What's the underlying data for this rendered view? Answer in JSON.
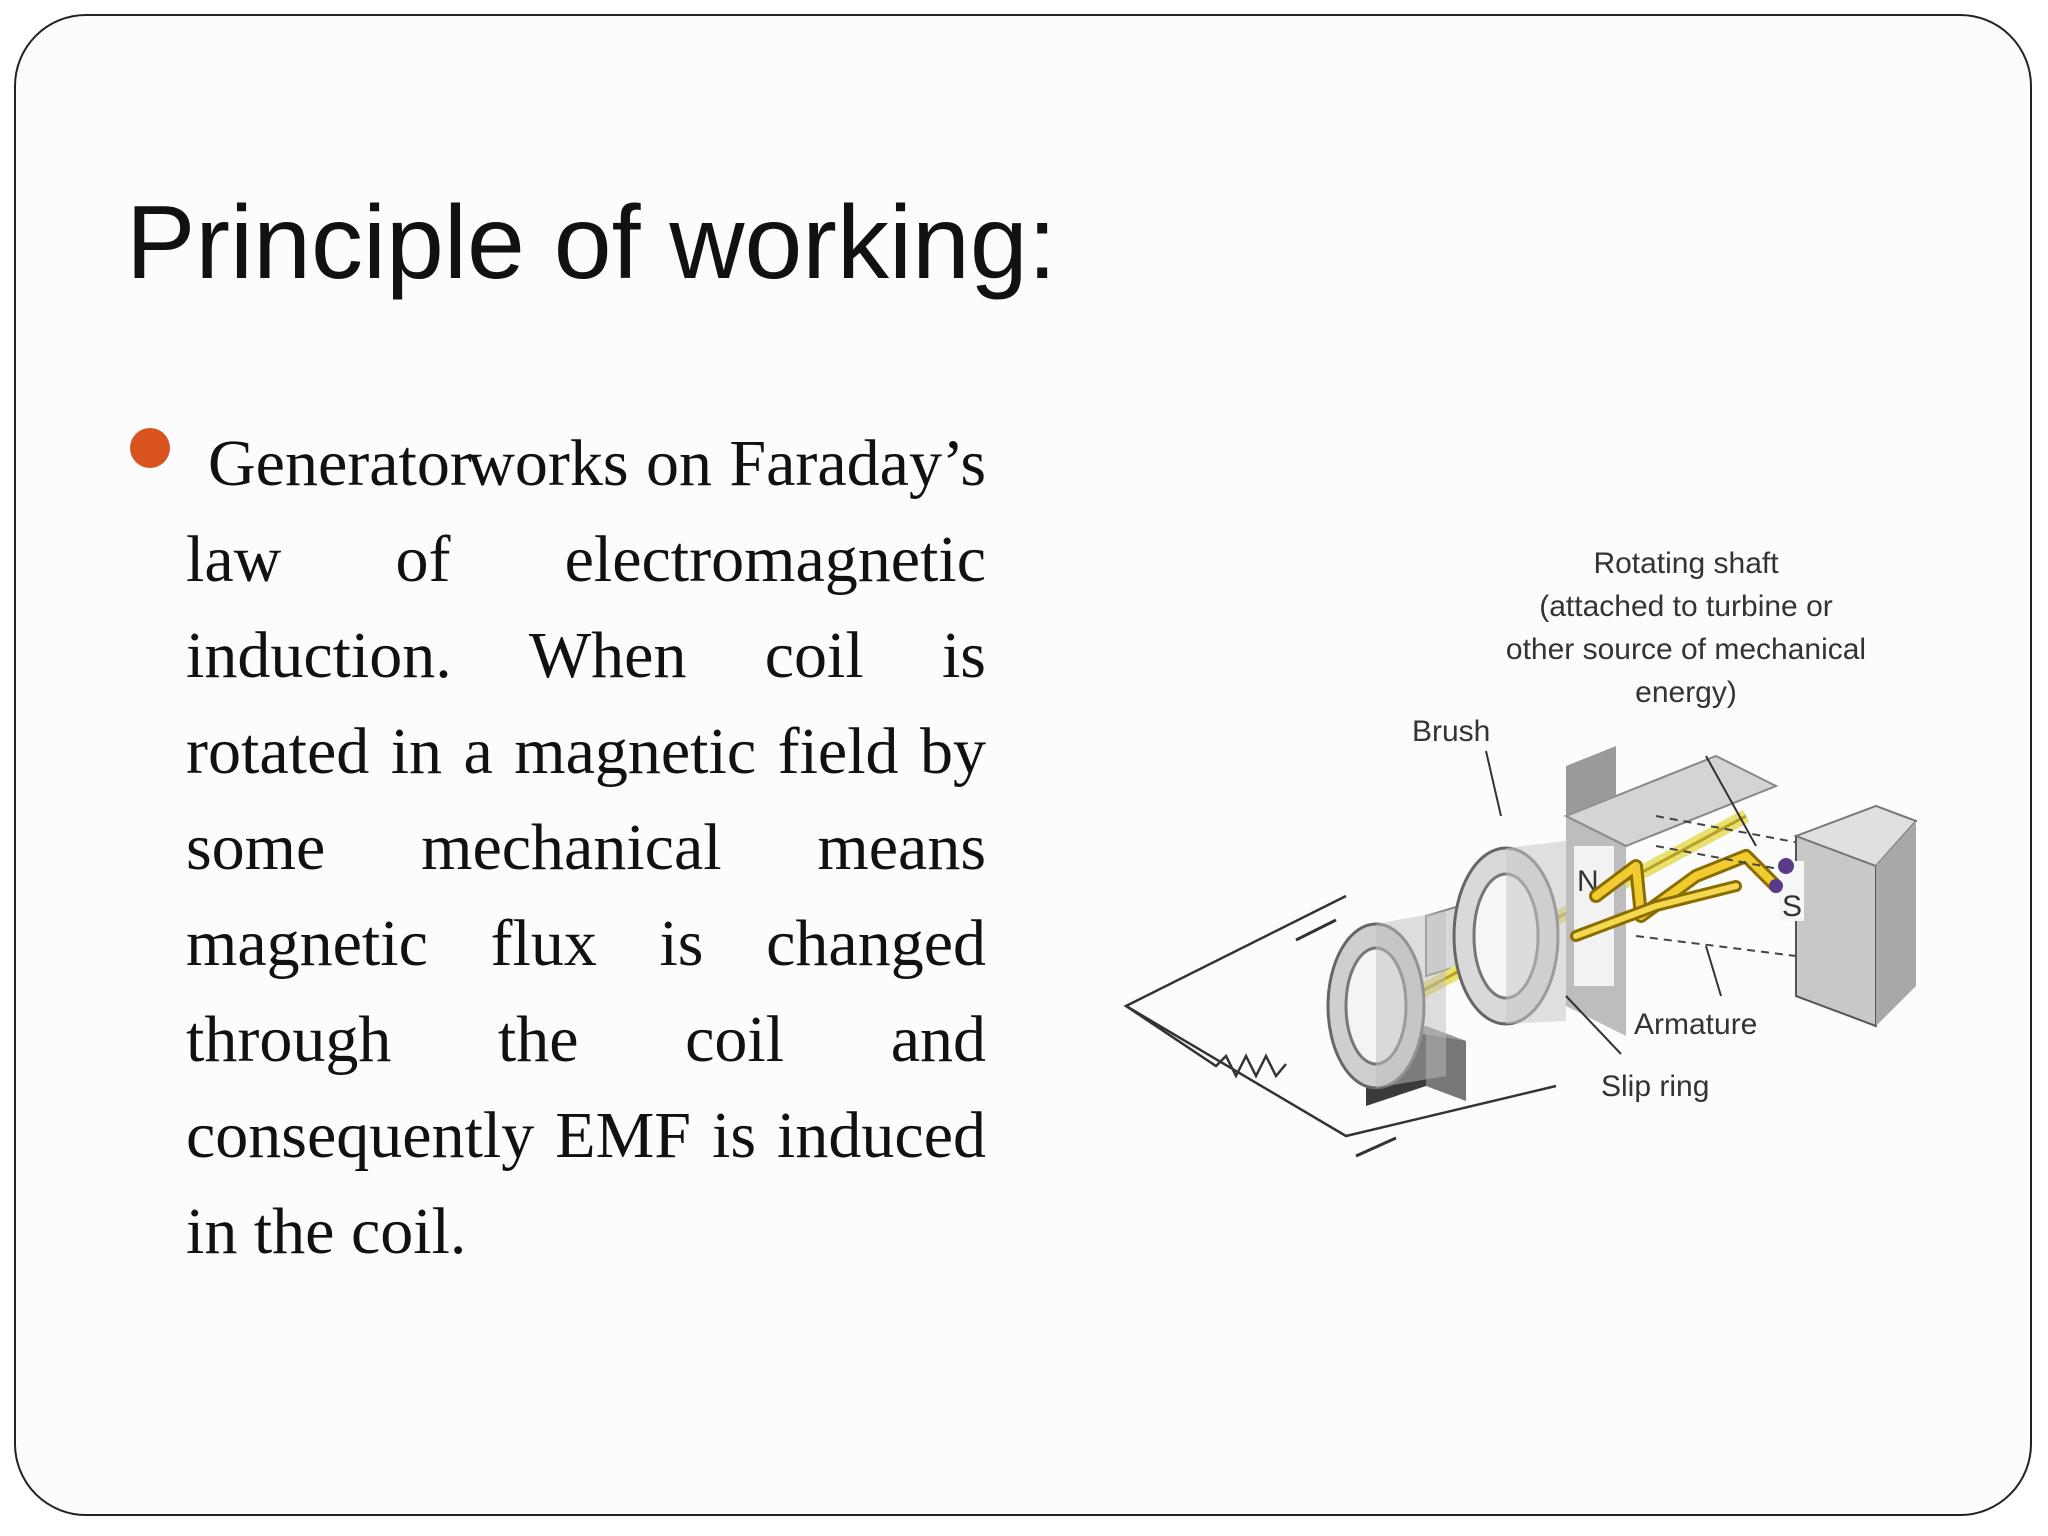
{
  "slide": {
    "title": "Principle of working:",
    "body_first_word": "Generator",
    "body_rest": "works on Faraday’s law of electromagnetic induction. When coil is rotated in a magnetic field by some mechanical means magnetic flux is changed through the coil and consequently EMF is induced in the coil.",
    "bullet_color": "#d9531e"
  },
  "figure": {
    "label_shaft_1": "Rotating shaft",
    "label_shaft_2": "(attached to turbine or",
    "label_shaft_3": "other source of mechanical",
    "label_shaft_4": "energy)",
    "label_brush": "Brush",
    "label_armature": "Armature",
    "label_slip_ring": "Slip ring",
    "pole_north": "N",
    "pole_south": "S"
  }
}
